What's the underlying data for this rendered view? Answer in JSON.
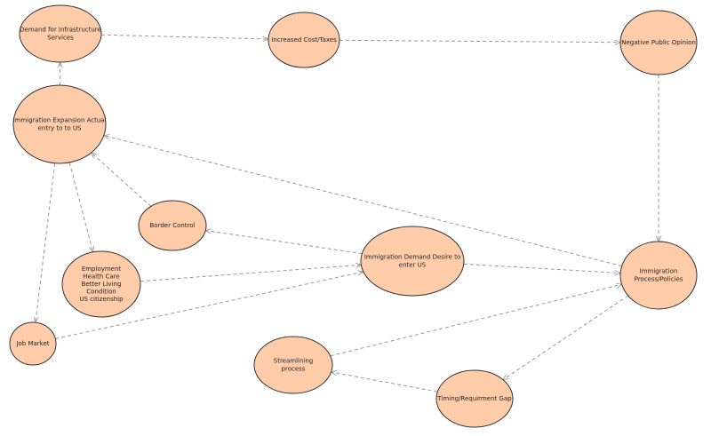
{
  "style": {
    "node_fill": "#ffccaa",
    "node_stroke": "#333333",
    "edge_color": "#999999"
  },
  "nodes": [
    {
      "id": "demand-infrastructure",
      "lines": [
        "Demand for Infrastructure",
        "Services"
      ]
    },
    {
      "id": "increased-cost",
      "lines": [
        "Increased Cost/Taxes"
      ]
    },
    {
      "id": "negative-opinion",
      "lines": [
        "Negative Public Opinion"
      ]
    },
    {
      "id": "immigration-expansion",
      "lines": [
        "Immigration Expansion Actual",
        "entry to to US"
      ]
    },
    {
      "id": "border-control",
      "lines": [
        "Border Control"
      ]
    },
    {
      "id": "immigration-demand",
      "lines": [
        "Immigration Demand Desire to",
        "enter US"
      ]
    },
    {
      "id": "employment",
      "lines": [
        "Employment",
        "Health Care",
        "Better Living",
        "Condition",
        "US citizenship"
      ]
    },
    {
      "id": "immigration-process",
      "lines": [
        "Immigration",
        "Process/Policies"
      ]
    },
    {
      "id": "job-market",
      "lines": [
        "Job Market"
      ]
    },
    {
      "id": "streamlining",
      "lines": [
        "Streamlining",
        "process"
      ]
    },
    {
      "id": "timing-gap",
      "lines": [
        "Timing/Requirment Gap"
      ]
    }
  ],
  "edges": [
    {
      "from": "demand-infrastructure",
      "to": "increased-cost"
    },
    {
      "from": "increased-cost",
      "to": "negative-opinion"
    },
    {
      "from": "negative-opinion",
      "to": "immigration-process"
    },
    {
      "from": "immigration-expansion",
      "to": "demand-infrastructure"
    },
    {
      "from": "immigration-expansion",
      "to": "employment"
    },
    {
      "from": "immigration-expansion",
      "to": "job-market"
    },
    {
      "from": "border-control",
      "to": "immigration-expansion"
    },
    {
      "from": "immigration-demand",
      "to": "border-control"
    },
    {
      "from": "immigration-demand",
      "to": "immigration-process"
    },
    {
      "from": "employment",
      "to": "immigration-demand"
    },
    {
      "from": "job-market",
      "to": "immigration-demand"
    },
    {
      "from": "immigration-process",
      "to": "immigration-expansion"
    },
    {
      "from": "immigration-process",
      "to": "timing-gap"
    },
    {
      "from": "streamlining",
      "to": "immigration-process"
    },
    {
      "from": "timing-gap",
      "to": "streamlining"
    }
  ]
}
